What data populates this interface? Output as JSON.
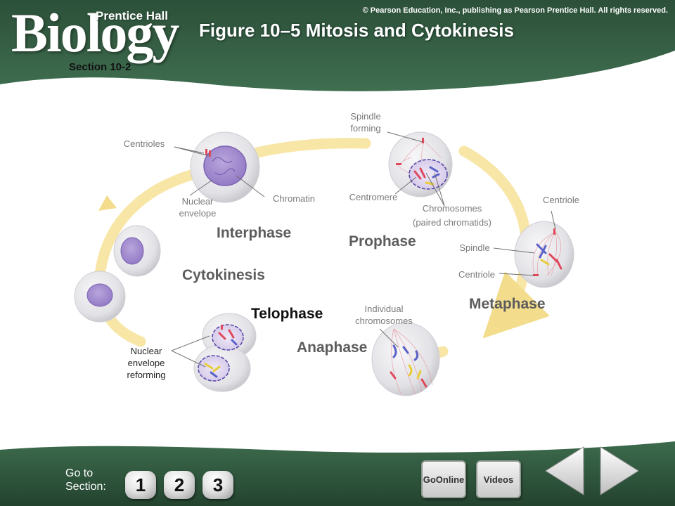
{
  "header": {
    "copyright": "© Pearson Education, Inc., publishing as Pearson Prentice Hall. All rights reserved.",
    "logo_text": "Biology",
    "logo_publisher": "Prentice Hall",
    "title": "Figure 10–5 Mitosis and Cytokinesis",
    "section": "Section 10-2"
  },
  "diagram": {
    "phases": {
      "interphase": "Interphase",
      "prophase": "Prophase",
      "metaphase": "Metaphase",
      "anaphase": "Anaphase",
      "telophase": "Telophase",
      "cytokinesis": "Cytokinesis"
    },
    "labels": {
      "centrioles": "Centrioles",
      "nuclear_envelope": "Nuclear envelope",
      "chromatin": "Chromatin",
      "spindle_forming": "Spindle forming",
      "centromere": "Centromere",
      "chromosomes": "Chromosomes",
      "paired_chromatids": "(paired chromatids)",
      "centriole_top": "Centriole",
      "spindle": "Spindle",
      "centriole_bottom": "Centriole",
      "individual_chromosomes": "Individual chromosomes",
      "nuclear_envelope_reforming": "Nuclear envelope reforming"
    }
  },
  "footer": {
    "goto_label": "Go to Section:",
    "section_buttons": [
      "1",
      "2",
      "3"
    ],
    "go_online": "GoOnline",
    "videos": "Videos"
  },
  "colors": {
    "header_green": "#2f5a3e",
    "cycle_arrow": "#f7e6a6",
    "cell_fill": "#e4e4e8",
    "nucleus_fill": "#a88ecf",
    "chromosome_red": "#e0485c",
    "chromosome_blue": "#5a62c8",
    "chromosome_yellow": "#e8cc38"
  },
  "icons": [
    "left-arrow-icon",
    "right-arrow-icon"
  ]
}
